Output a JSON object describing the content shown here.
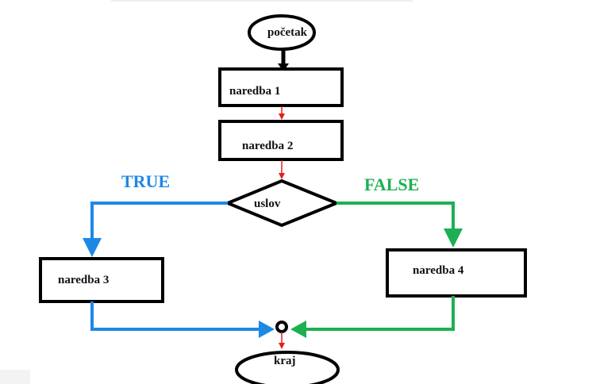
{
  "flowchart": {
    "start": {
      "label": "početak"
    },
    "steps": [
      {
        "label": "naredba 1"
      },
      {
        "label": "naredba 2"
      }
    ],
    "condition": {
      "label": "uslov"
    },
    "branches": {
      "true": {
        "label": "TRUE",
        "color": "#1e88e5",
        "step": "naredba 3"
      },
      "false": {
        "label": "FALSE",
        "color": "#1cb052",
        "step": "naredba 4"
      }
    },
    "end": {
      "label": "kraj"
    }
  },
  "colors": {
    "outline": "#000000",
    "arrow_main": "#e0201b",
    "true_branch": "#1e88e5",
    "false_branch": "#1cb052"
  }
}
